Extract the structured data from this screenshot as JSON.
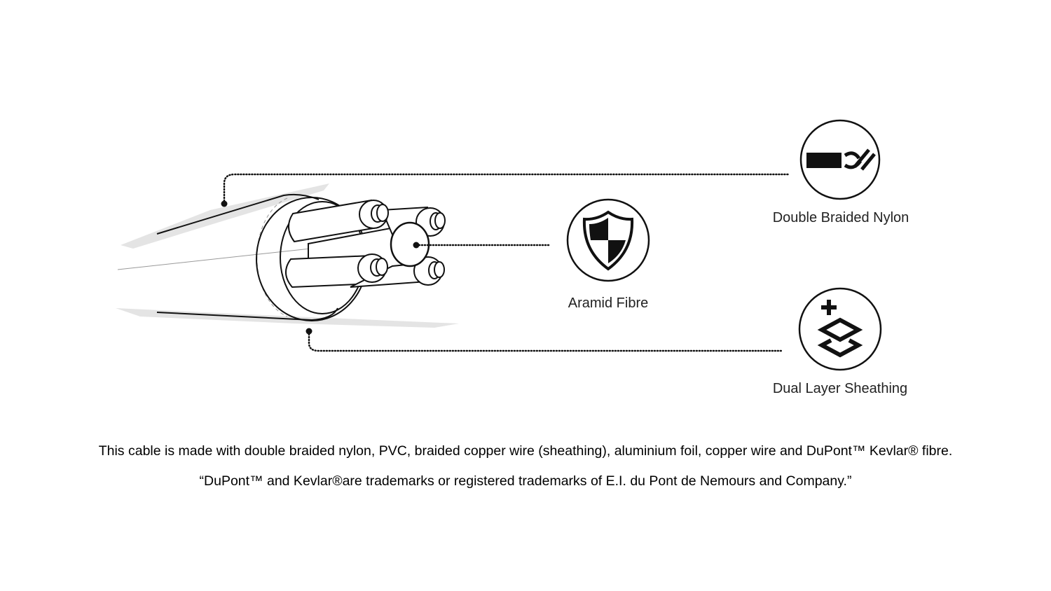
{
  "features": [
    {
      "label": "Double Braided Nylon",
      "icon": "braided-nylon-icon"
    },
    {
      "label": "Aramid Fibre",
      "icon": "shield-icon"
    },
    {
      "label": "Dual Layer Sheathing",
      "icon": "layers-plus-icon"
    }
  ],
  "footnote": {
    "line1": "This cable is made with double braided nylon, PVC, braided copper wire (sheathing), aluminium foil, copper wire and DuPont™ Kevlar® fibre.",
    "line2": "“DuPont™ and Kevlar®are trademarks or registered trademarks of E.I. du Pont de Nemours and Company.”"
  }
}
